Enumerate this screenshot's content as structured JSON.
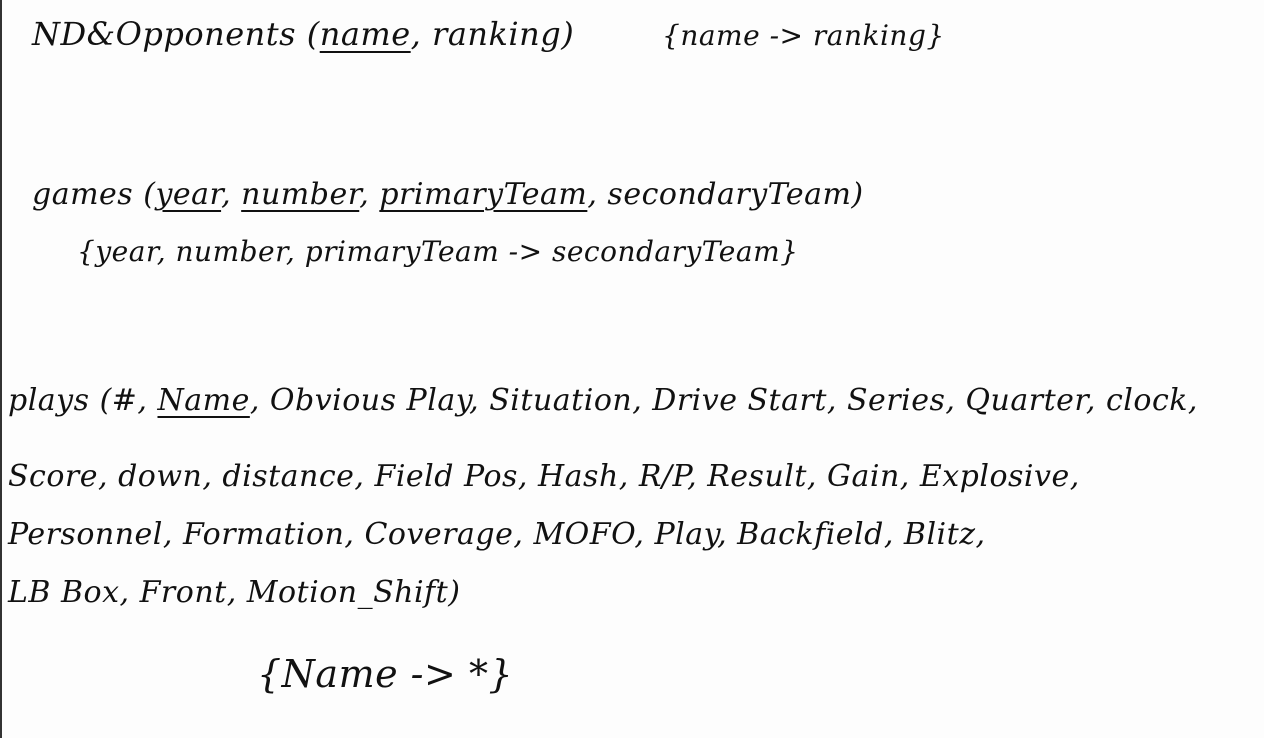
{
  "relations": {
    "nd_opponents": {
      "name": "ND&Opponents",
      "open": " (",
      "key": "name",
      "rest": ", ranking)",
      "fd": "{name -> ranking}"
    },
    "games": {
      "open": "games (",
      "key_year": "year",
      "comma1": ", ",
      "key_number": "number",
      "comma2": ", ",
      "key_primary": "primaryTeam",
      "rest": ", secondaryTeam)",
      "fd": "{year, number, primaryTeam -> secondaryTeam}"
    },
    "plays": {
      "open": "plays (#, ",
      "key": "Name",
      "line1_rest": ", Obvious Play, Situation, Drive Start, Series, Quarter, clock,",
      "line2": "Score, down, distance, Field Pos, Hash, R/P, Result, Gain, Explosive,",
      "line3": "Personnel, Formation, Coverage, MOFO, Play, Backfield, Blitz,",
      "line4": "LB Box, Front, Motion_Shift)",
      "fd": "{Name -> *}"
    }
  }
}
